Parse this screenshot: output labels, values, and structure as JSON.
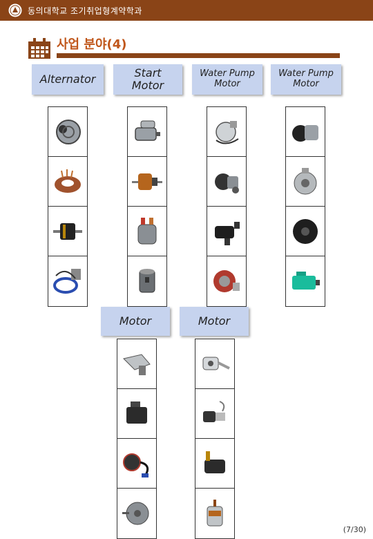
{
  "header": {
    "school": "동의대학교 조기취업형계약학과"
  },
  "section": {
    "title": "사업 분야(4)"
  },
  "labels": {
    "alternator": [
      "Alternator"
    ],
    "start_motor": [
      "Start",
      "Motor"
    ],
    "water_pump_1": [
      "Water Pump",
      "Motor"
    ],
    "water_pump_2": [
      "Water Pump",
      "Motor"
    ],
    "motor_1": [
      "Motor"
    ],
    "motor_2": [
      "Motor"
    ]
  },
  "images": {
    "alternator": [
      "alternator-unit",
      "stator-coil",
      "rotor",
      "cable-assembly"
    ],
    "start_motor": [
      "starter-motor",
      "armature",
      "solenoid",
      "motor-housing"
    ],
    "water_pump_1": [
      "water-pump",
      "pump-assembly",
      "electric-pump",
      "pump-motor-red"
    ],
    "water_pump_2": [
      "water-pump-black",
      "pump-housing",
      "pump-cover",
      "green-motor"
    ],
    "motor_1": [
      "wiper-motor",
      "gear-motor",
      "stator-harness",
      "fan-motor"
    ],
    "motor_2": [
      "actuator-motor",
      "small-motor-wire",
      "wiper-motor-2",
      "copper-motor"
    ]
  },
  "footer": {
    "page": "(7/30)"
  },
  "colors": {
    "brand_brown": "#8a4417",
    "title_orange": "#c0561a",
    "label_blue": "#c6d3ee"
  }
}
